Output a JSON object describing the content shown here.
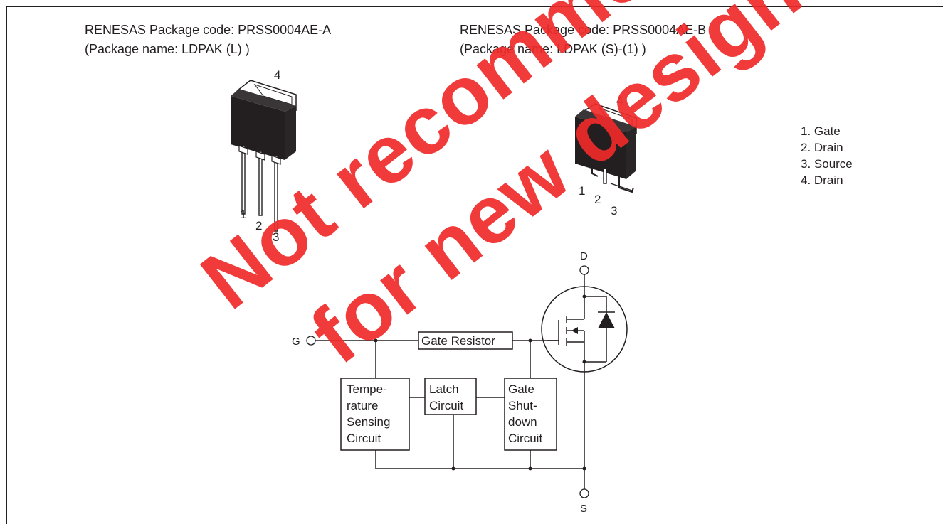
{
  "package_a": {
    "code": "RENESAS Package code: PRSS0004AE-A",
    "name": "(Package name: LDPAK (L) )",
    "pins": [
      "1",
      "2",
      "3",
      "4"
    ]
  },
  "package_b": {
    "code": "RENESAS Package code: PRSS0004AE-B",
    "name": "(Package name: LDPAK (S)-(1) )",
    "pins": [
      "1",
      "2",
      "3",
      "4"
    ]
  },
  "pin_legend": [
    "1. Gate",
    "2. Drain",
    "3. Source",
    "4. Drain"
  ],
  "circuit": {
    "terminal_gate": "G",
    "terminal_drain": "D",
    "terminal_source": "S",
    "gate_resistor": "Gate Resistor",
    "temp_block": [
      "Tempe-",
      "rature",
      "Sensing",
      "Circuit"
    ],
    "latch_block": [
      "Latch",
      "Circuit"
    ],
    "shutdown_block": [
      "Gate",
      "Shut-",
      "down",
      "Circuit"
    ]
  },
  "watermark": {
    "line1": "Not recommended",
    "line2": "for new design",
    "color": "#f02a2a"
  }
}
